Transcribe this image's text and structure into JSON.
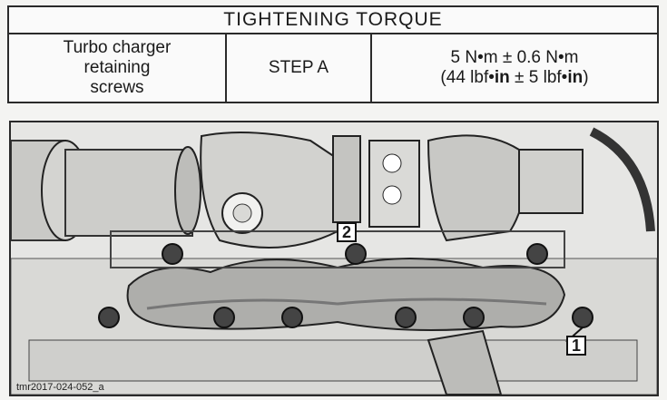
{
  "table": {
    "header": "TIGHTENING TORQUE",
    "part_lines": [
      "Turbo charger",
      "retaining",
      "screws"
    ],
    "step": "STEP A",
    "value_line1": "5 N•m ± 0.6 N•m",
    "value_line2_prefix": "(44 lbf•",
    "value_line2_unit1": "in",
    "value_line2_mid": " ± 5 lbf•",
    "value_line2_unit2": "in",
    "value_line2_suffix": ")"
  },
  "figure": {
    "callout_1": "1",
    "callout_2": "2",
    "figure_id": "tmr2017-024-052_a"
  }
}
